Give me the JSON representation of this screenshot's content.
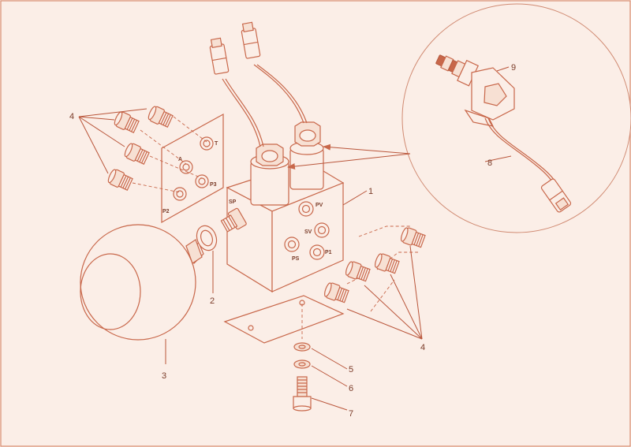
{
  "callouts": {
    "c1": "1",
    "c2": "2",
    "c3": "3",
    "c4a": "4",
    "c4b": "4",
    "c5": "5",
    "c6": "6",
    "c7": "7",
    "c8": "8",
    "c9": "9"
  },
  "ports": {
    "t": "T",
    "a": "A",
    "p3": "P3",
    "p2": "P2",
    "sp": "SP",
    "pv": "PV",
    "sv": "SV",
    "ps": "PS",
    "p1": "P1"
  },
  "colors": {
    "line": "#c8674a",
    "background": "#fbeee7",
    "arrow": "#c8674a"
  }
}
